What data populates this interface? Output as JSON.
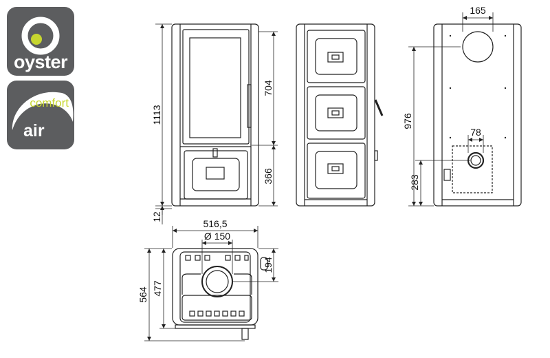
{
  "logos": {
    "oyster": {
      "word": "oyster",
      "ring_color": "#ffffff",
      "dot_color": "#c7d62f"
    },
    "comfort_air": {
      "word_top": "comfort",
      "word_bottom": "air",
      "accent": "#c7d62f"
    }
  },
  "dimensions": {
    "front_height": "1113",
    "front_upper": "704",
    "front_lower": "366",
    "base_gap": "12",
    "back_height": "976",
    "flue_diameter_top": "165",
    "rear_opening": "78",
    "rear_opening_height": "283",
    "top_width": "516,5",
    "top_flue": "Ø 150",
    "top_depth": "564",
    "top_inner_depth": "477",
    "top_flue_offset": "194"
  },
  "colors": {
    "badge_bg": "#5c5d5f",
    "line": "#222222"
  }
}
